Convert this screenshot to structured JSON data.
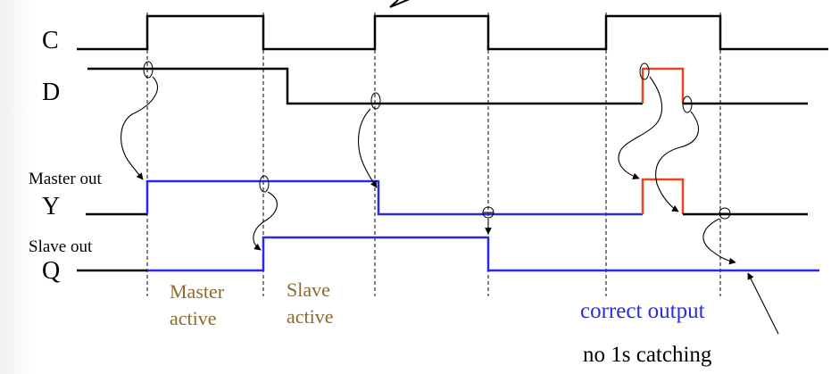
{
  "signals": {
    "c": "C",
    "d": "D",
    "y": "Y",
    "q": "Q",
    "master_out": "Master out",
    "slave_out": "Slave out"
  },
  "phases": {
    "master_line1": "Master",
    "master_line2": "active",
    "slave_line1": "Slave",
    "slave_line2": "active"
  },
  "annotations": {
    "correct_output": "correct output",
    "no_ones_catching": "no 1s catching"
  },
  "colors": {
    "black_trace": "#000000",
    "blue_trace": "#2a2ae6",
    "red_glitch": "#e8461e",
    "phase_label": "#8b6a2e",
    "annotation_blue": "#2a2ae6"
  }
}
